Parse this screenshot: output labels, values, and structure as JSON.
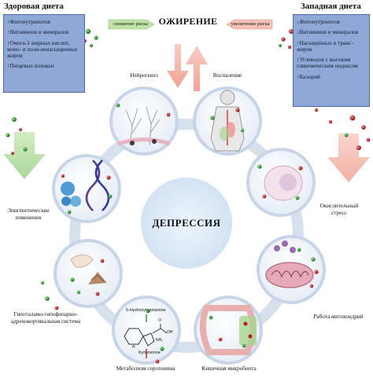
{
  "healthy_diet": {
    "title": "Здоровая диета",
    "items": [
      {
        "arrow": "↑",
        "text": "Фитонутриентов"
      },
      {
        "arrow": "↑",
        "text": "Витаминов и минералов"
      },
      {
        "arrow": "↑",
        "text": "Омега-3 жирных кислот, моно- и поли-ненасыщенных жиров"
      },
      {
        "arrow": "↑",
        "text": "Пищевых волокон"
      }
    ],
    "effect": "снижение риска"
  },
  "western_diet": {
    "title": "Западная диета",
    "items": [
      {
        "arrow": "↓",
        "text": "Фитонутриентов"
      },
      {
        "arrow": "↓",
        "text": "Витаминов и минералов"
      },
      {
        "arrow": "↑",
        "text": "Насыщенных и транс-жиров"
      },
      {
        "arrow": "↑",
        "text": "Углеводов с высоким гликемическим индексом"
      },
      {
        "arrow": "↑",
        "text": "Калорий"
      }
    ],
    "effect": "увеличение риска"
  },
  "obesity": "ОЖИРЕНИЕ",
  "center": "ДЕПРЕССИЯ",
  "mechanisms": {
    "neurogenesis": "Нейрогенез",
    "inflammation": "Воспаление",
    "oxidative": "Окислительный стресс",
    "mitochondria": "Работа митохондрий",
    "microbiota": "Кишечная микробиота",
    "serotonin": "Метаболизм серотонина",
    "hpa": "Гипоталамо-гипофизарно-адренокортикальная система",
    "epigenetic": "Эпигенетические изменения"
  },
  "serotonin_labels": {
    "top": "5-Hydroxytryptamine",
    "bottom": "Kynurenine",
    "h": "H",
    "nh2": "NH₂",
    "oh": "OH",
    "o": "O"
  },
  "colors": {
    "box_fill": "#8fa8d6",
    "box_border": "#4d6aa6",
    "ring": "#c9d6e8",
    "center_fill": "#dbe8f5",
    "green_arrow": "#b8dca0",
    "red_arrow": "#f4b8ae",
    "dot_green": "#2e8a2e",
    "dot_red": "#b81c1c"
  }
}
